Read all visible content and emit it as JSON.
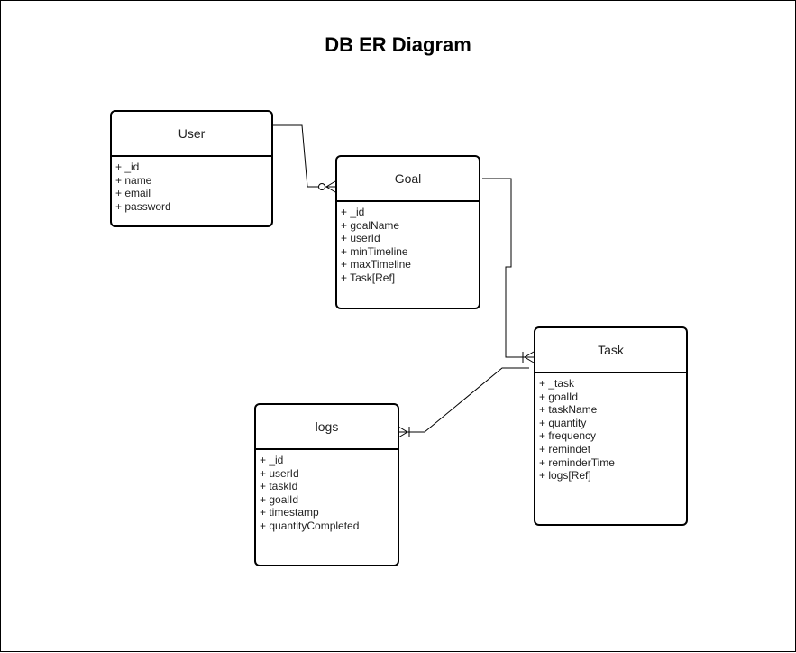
{
  "title": "DB ER Diagram",
  "entities": {
    "user": {
      "name": "User",
      "fields": [
        "+ _id",
        "+ name",
        "+ email",
        "+ password"
      ]
    },
    "goal": {
      "name": "Goal",
      "fields": [
        "+ _id",
        "+ goalName",
        "+ userId",
        "+ minTimeline",
        "+ maxTimeline",
        "+ Task[Ref]"
      ]
    },
    "task": {
      "name": "Task",
      "fields": [
        "+ _task",
        "+ goalId",
        "+ taskName",
        "+ quantity",
        "+ frequency",
        "+ remindet",
        "+ reminderTime",
        "+ logs[Ref]"
      ]
    },
    "logs": {
      "name": "logs",
      "fields": [
        "+ _id",
        "+ userId",
        "+ taskId",
        "+ goalId",
        "+ timestamp",
        "+ quantityCompleted"
      ]
    }
  },
  "relationships": [
    {
      "from": "User",
      "to": "Goal",
      "to_cardinality": "zero-or-many"
    },
    {
      "from": "Goal",
      "to": "Task",
      "to_cardinality": "one-or-many"
    },
    {
      "from": "Task",
      "to": "logs",
      "to_cardinality": "one-or-many"
    }
  ]
}
